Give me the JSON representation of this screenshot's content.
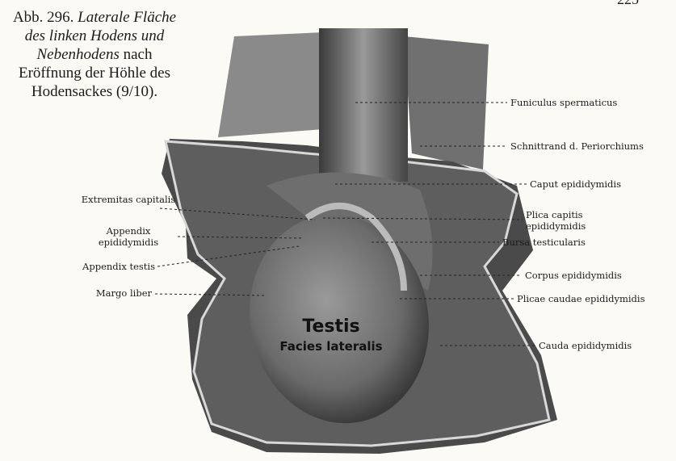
{
  "page_number": "225",
  "caption": {
    "figure": "Abb. 296.",
    "italic_part": "Laterale Fläche des linken Hodens und Nebenhodens",
    "rest": "nach Eröffnung der Höhle des Hodensackes",
    "scale": "(9/10)."
  },
  "illustration": {
    "title": "Testis",
    "subtitle": "Facies lateralis"
  },
  "labels_right": [
    "Funiculus spermaticus",
    "Schnittrand d. Periorchiums",
    "Caput epididymidis",
    "Plica capitis epididymidis",
    "Bursa testicularis",
    "Corpus epididymidis",
    "Plicae caudae epididymidis",
    "Cauda epididymidis"
  ],
  "labels_left": [
    "Extremitas capitalis",
    "Appendix epididymidis",
    "Appendix testis",
    "Margo liber"
  ]
}
